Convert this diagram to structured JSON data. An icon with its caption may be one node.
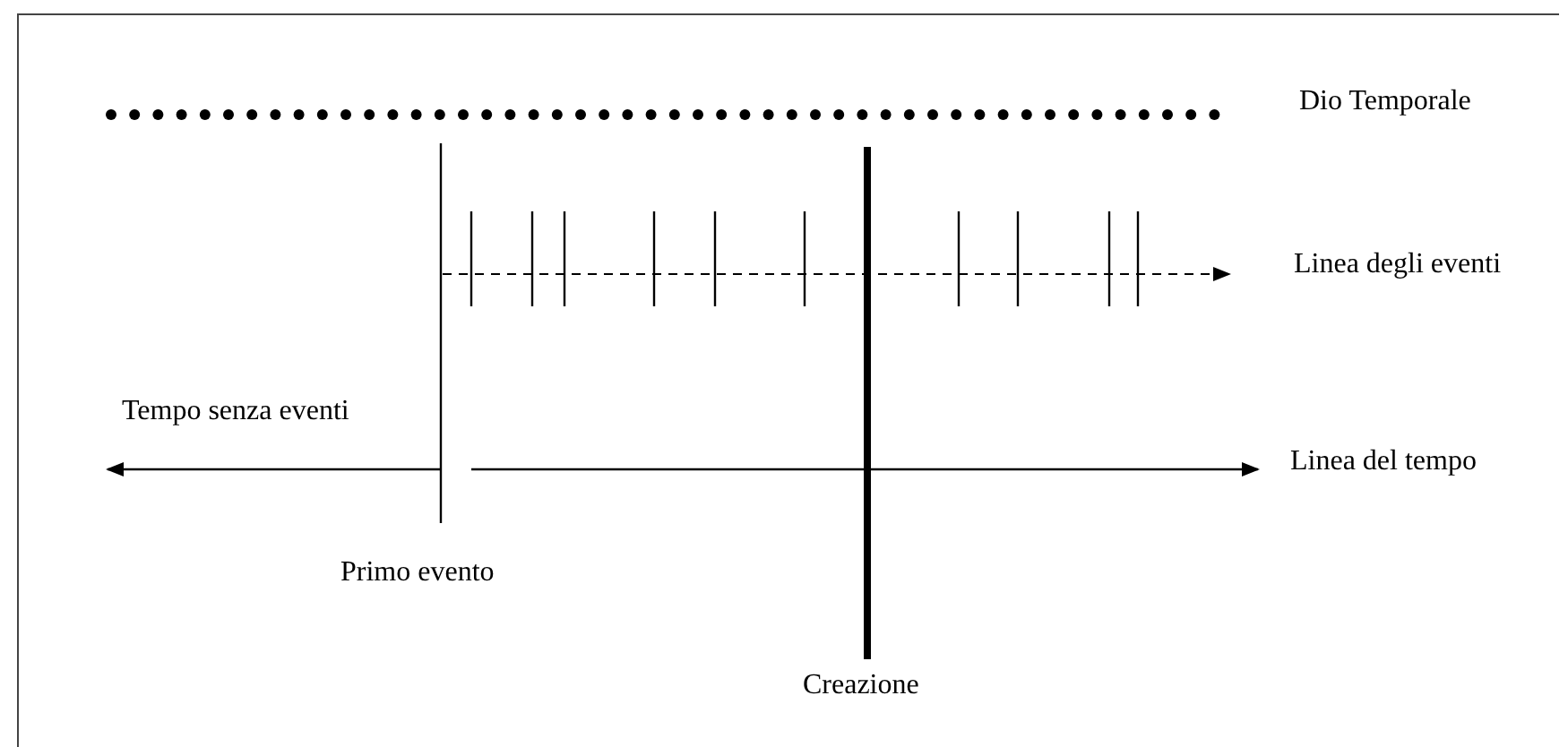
{
  "diagram": {
    "labels": [
      "Dio Temporale",
      "Linea degli eventi",
      "Tempo senza eventi",
      "Linea del tempo",
      "Primo evento",
      "Creazione"
    ]
  }
}
